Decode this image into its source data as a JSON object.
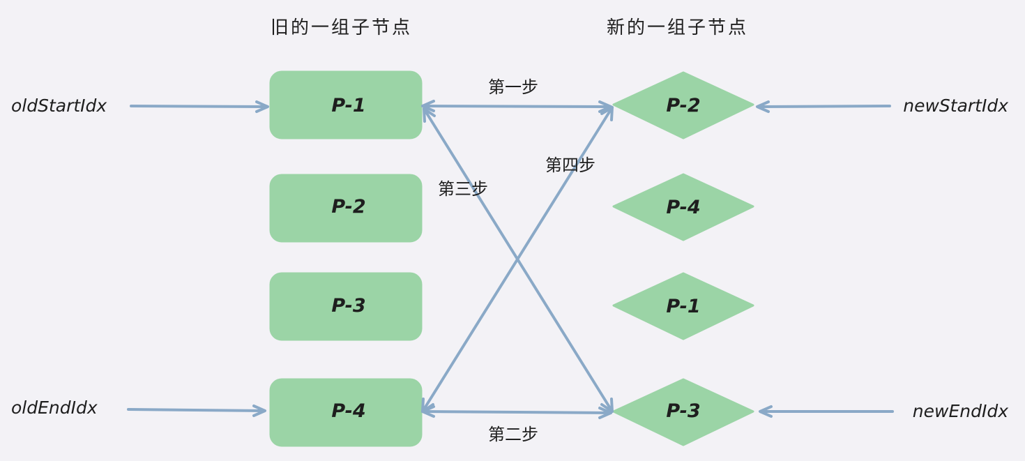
{
  "titles": {
    "old_group": "旧的一组子节点",
    "new_group": "新的一组子节点"
  },
  "pointers": {
    "old_start": "oldStartIdx",
    "old_end": "oldEndIdx",
    "new_start": "newStartIdx",
    "new_end": "newEndIdx"
  },
  "old_nodes": [
    "P-1",
    "P-2",
    "P-3",
    "P-4"
  ],
  "new_nodes": [
    "P-2",
    "P-4",
    "P-1",
    "P-3"
  ],
  "steps": {
    "step1": "第一步",
    "step2": "第二步",
    "step3": "第三步",
    "step4": "第四步"
  },
  "colors": {
    "background": "#f3f2f6",
    "node_fill": "#9bd4a6",
    "arrow": "#8aa9c7",
    "text": "#1e1e1e"
  }
}
